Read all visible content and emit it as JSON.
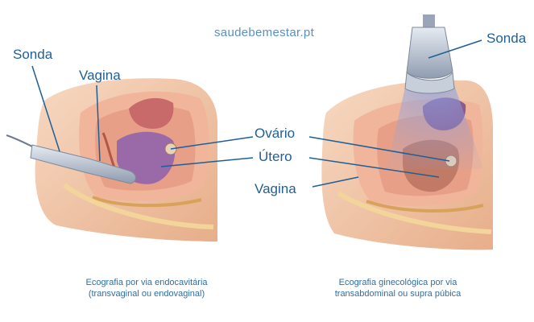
{
  "site": "saudebemestar.pt",
  "labels": {
    "sonda_left": "Sonda",
    "vagina_left": "Vagina",
    "ovario": "Ovário",
    "utero": "Útero",
    "vagina_center": "Vagina",
    "sonda_right": "Sonda"
  },
  "captions": {
    "left_line1": "Ecografia por via endocavitária",
    "left_line2": "(transvaginal ou endovaginal)",
    "right_line1": "Ecografia ginecológica por via",
    "right_line2": "transabdominal ou supra púbica"
  },
  "colors": {
    "label": "#1f5f96",
    "pointer": "#1f5f96",
    "skin": "#f2c6a4",
    "tissue": "#e59c86",
    "organ": "#9a6aa8",
    "probe": "#a8b4c4"
  }
}
